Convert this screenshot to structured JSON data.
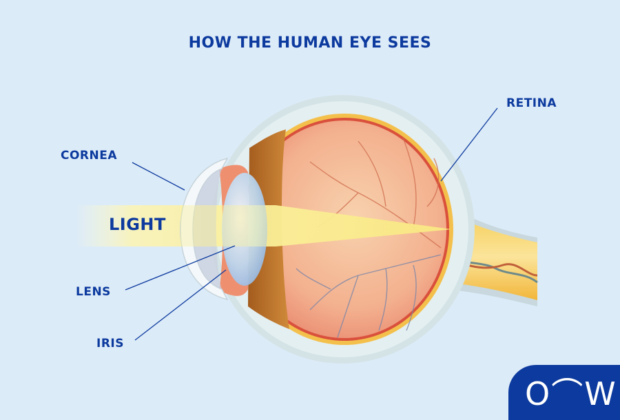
{
  "title": "HOW THE HUMAN EYE SEES",
  "labels": {
    "cornea": "CORNEA",
    "light": "LIGHT",
    "lens": "LENS",
    "iris": "IRIS",
    "retina": "RETINA"
  },
  "logo": {
    "text": "O⌒W"
  },
  "colors": {
    "background": "#DCEBF8",
    "label_text": "#0C3A9E",
    "sclera": "#D3E3E6",
    "globe": "#EE9878",
    "retina_rim": "#F4C04C",
    "lens": "#A9CBEF",
    "light_beam": "#FBF3A8",
    "optic_nerve": "#F5C13E",
    "logo_bg": "#0C3A9E"
  }
}
